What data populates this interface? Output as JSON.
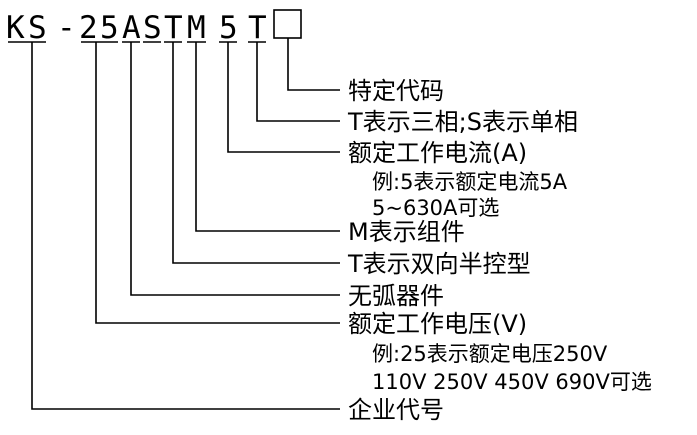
{
  "code": {
    "segments": [
      "K",
      "S",
      "-",
      "2",
      "5",
      "A",
      "S",
      "T",
      "M",
      "5",
      "T"
    ],
    "special_box": ""
  },
  "fields": [
    {
      "label": "特定代码"
    },
    {
      "label": "T表示三相;S表示单相"
    },
    {
      "label": "额定工作电流(A)",
      "notes": [
        "例:5表示额定电流5A",
        "5~630A可选"
      ]
    },
    {
      "label": "M表示组件"
    },
    {
      "label": "T表示双向半控型"
    },
    {
      "label": "无弧器件"
    },
    {
      "label": "额定工作电压(V)",
      "notes": [
        "例:25表示额定电压250V",
        "110V 250V 450V 690V可选"
      ]
    },
    {
      "label": "企业代号"
    }
  ]
}
